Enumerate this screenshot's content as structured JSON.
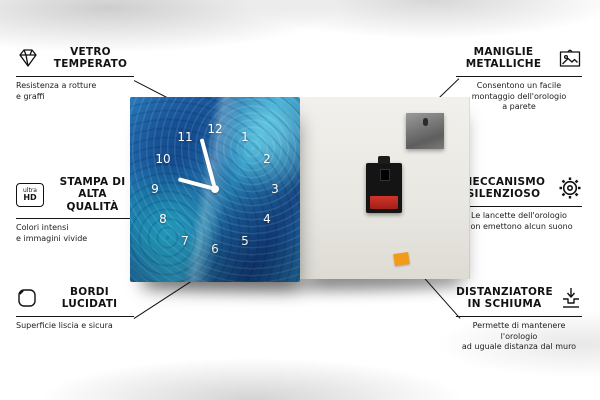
{
  "callouts": {
    "vetro": {
      "title": "VETRO\nTEMPERATO",
      "desc": "Resistenza a rotture\ne graffi"
    },
    "stampa": {
      "title": "STAMPA DI\nALTA QUALITÀ",
      "desc": "Colori intensi\ne immagini vivide"
    },
    "bordi": {
      "title": "BORDI\nLUCIDATI",
      "desc": "Superficie liscia e sicura"
    },
    "maniglie": {
      "title": "MANIGLIE\nMETALLICHE",
      "desc": "Consentono un facile\nmontaggio dell'orologio\na parete"
    },
    "meccanismo": {
      "title": "MECCANISMO\nSILENZIOSO",
      "desc": "Le lancette dell'orologio\nnon emettono alcun suono"
    },
    "distanziatore": {
      "title": "DISTANZIATORE\nIN SCHIUMA",
      "desc": "Permette di mantenere l'orologio\nad uguale distanza dal muro"
    }
  },
  "icons": {
    "ultra_hd": {
      "line1": "ultra",
      "line2": "HD"
    }
  },
  "clock": {
    "numbers": [
      "12",
      "1",
      "2",
      "3",
      "4",
      "5",
      "6",
      "7",
      "8",
      "9",
      "10",
      "11"
    ]
  },
  "colors": {
    "accent_blue": "#1c5a9e",
    "foam_orange": "#f29a1a",
    "battery_red": "#c2271f",
    "line_black": "#121212"
  }
}
